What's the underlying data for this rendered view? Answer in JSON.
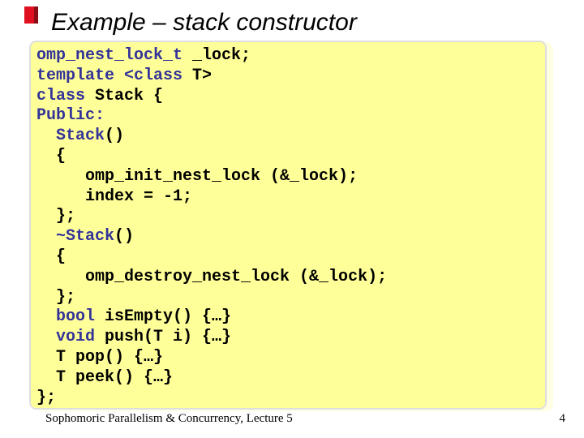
{
  "slide": {
    "title": "Example – stack constructor",
    "footer": {
      "left": "Sophomoric Parallelism & Concurrency, Lecture 5",
      "page_number": "4"
    }
  },
  "colors": {
    "page_bg": "#ffffff",
    "code_bg": "#ffff99",
    "code_border": "#dedede",
    "keyword": "#333399",
    "code_text": "#000000",
    "title_text": "#000000",
    "accent_red": "#e01020",
    "accent_red_dark": "#8a0d14"
  },
  "code": {
    "lines": [
      {
        "segments": [
          {
            "t": "omp_nest_lock_t",
            "c": "kw"
          },
          {
            "t": " _lock;",
            "c": "tx"
          }
        ]
      },
      {
        "segments": [
          {
            "t": "template <class ",
            "c": "kw"
          },
          {
            "t": "T>",
            "c": "tx"
          }
        ]
      },
      {
        "segments": [
          {
            "t": "class",
            "c": "kw"
          },
          {
            "t": " Stack {",
            "c": "tx"
          }
        ]
      },
      {
        "segments": [
          {
            "t": "Public:",
            "c": "kw"
          }
        ]
      },
      {
        "segments": [
          {
            "t": "  Stack",
            "c": "kw"
          },
          {
            "t": "()",
            "c": "tx"
          }
        ]
      },
      {
        "segments": [
          {
            "t": "  {",
            "c": "tx"
          }
        ]
      },
      {
        "segments": [
          {
            "t": "     omp_init_nest_lock (&_lock);",
            "c": "tx"
          }
        ]
      },
      {
        "segments": [
          {
            "t": "     index = -1;",
            "c": "tx"
          }
        ]
      },
      {
        "segments": [
          {
            "t": "  };",
            "c": "tx"
          }
        ]
      },
      {
        "segments": [
          {
            "t": "  ~Stack",
            "c": "kw"
          },
          {
            "t": "()",
            "c": "tx"
          }
        ]
      },
      {
        "segments": [
          {
            "t": "  {",
            "c": "tx"
          }
        ]
      },
      {
        "segments": [
          {
            "t": "     omp_destroy_nest_lock (&_lock);",
            "c": "tx"
          }
        ]
      },
      {
        "segments": [
          {
            "t": "  };",
            "c": "tx"
          }
        ]
      },
      {
        "segments": [
          {
            "t": "  ",
            "c": "tx"
          },
          {
            "t": "bool",
            "c": "kw"
          },
          {
            "t": " isEmpty() {…}",
            "c": "tx"
          }
        ]
      },
      {
        "segments": [
          {
            "t": "  ",
            "c": "tx"
          },
          {
            "t": "void",
            "c": "kw"
          },
          {
            "t": " push(T i) {…}",
            "c": "tx"
          }
        ]
      },
      {
        "segments": [
          {
            "t": "  T pop() {…}",
            "c": "tx"
          }
        ]
      },
      {
        "segments": [
          {
            "t": "  T peek() {…}",
            "c": "tx"
          }
        ]
      },
      {
        "segments": [
          {
            "t": "};",
            "c": "tx"
          }
        ]
      }
    ]
  }
}
